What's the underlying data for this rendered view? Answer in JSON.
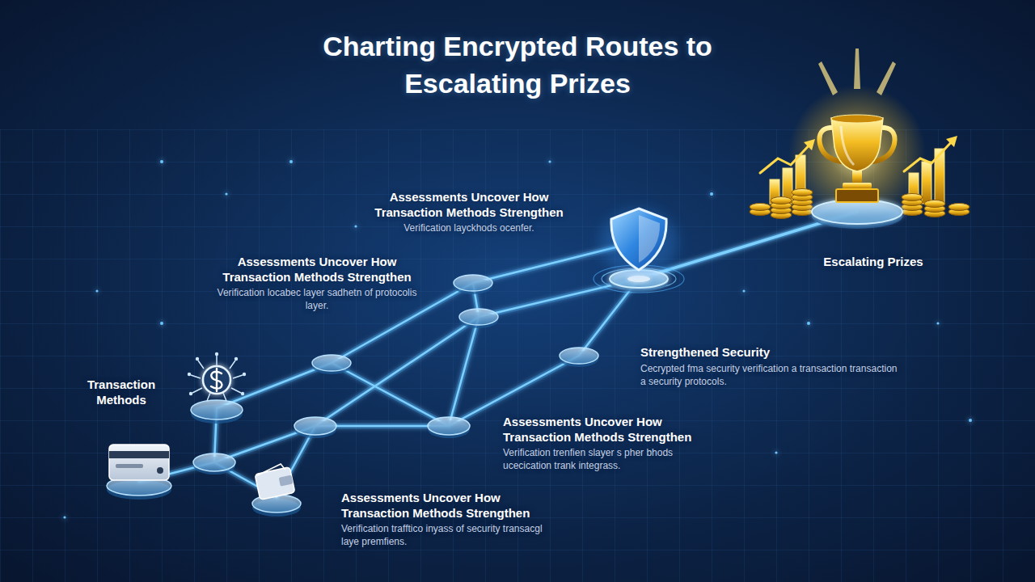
{
  "diagram": {
    "title": "Charting Encrypted Routes to Escalating Prizes",
    "labels": [
      "Assessments Uncover How Transaction Methods Strengthen",
      "Verification layckhods ocenfer.",
      "Assessments Uncover How Transaction Methods Strengthen",
      "Verification locabec layer sadhetn of protocolis layer.",
      "Escalating Prizes",
      "Strengthened Security",
      "Cecrypted fma security verification a transaction transaction a security protocols.",
      "Transaction Methods",
      "Assessments Uncover How Transaction Methods Strengthen",
      "Verification trenfien slayer s pher bhods ucecication trank integrass.",
      "Assessments Uncover How Transaction Methods Strengthen",
      "Verification trafftico inyass of security transacgl laye premfiens."
    ]
  }
}
